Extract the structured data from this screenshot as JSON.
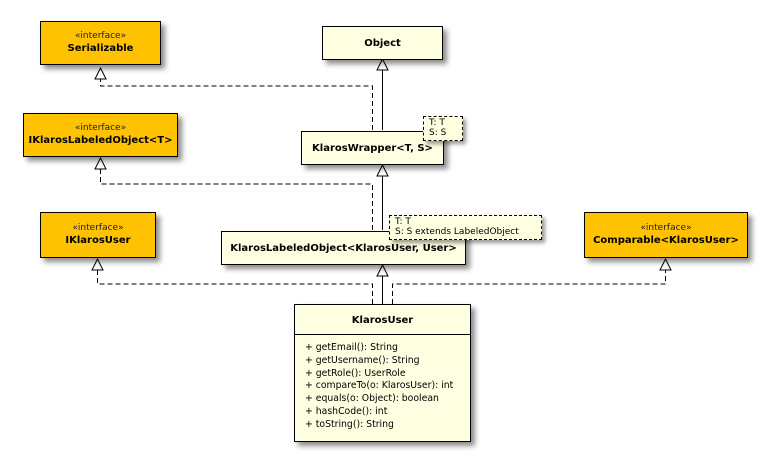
{
  "diagram": {
    "type": "uml-class-diagram",
    "colors": {
      "interface_fill": "#fec200",
      "class_fill": "#fefee1",
      "line": "#000000"
    },
    "nodes": {
      "serializable": {
        "stereotype": "«interface»",
        "name": "Serializable"
      },
      "object": {
        "name": "Object"
      },
      "iklaros_labeled_object": {
        "stereotype": "«interface»",
        "name": "IKlarosLabeledObject<T>"
      },
      "klaros_wrapper": {
        "name": "KlarosWrapper<T, S>",
        "type_params": [
          "T: T",
          "S: S"
        ]
      },
      "iklaros_user": {
        "stereotype": "«interface»",
        "name": "IKlarosUser"
      },
      "klaros_labeled_object": {
        "name": "KlarosLabeledObject<KlarosUser, User>",
        "type_params": [
          "T: T",
          "S: S extends LabeledObject"
        ]
      },
      "comparable": {
        "stereotype": "«interface»",
        "name": "Comparable<KlarosUser>"
      },
      "klaros_user": {
        "name": "KlarosUser",
        "methods": [
          "+ getEmail(): String",
          "+ getUsername(): String",
          "+ getRole(): UserRole",
          "+ compareTo(o: KlarosUser): int",
          "+ equals(o: Object): boolean",
          "+ hashCode(): int",
          "+ toString(): String"
        ]
      }
    },
    "edges": [
      {
        "from": "klaros_wrapper",
        "to": "object",
        "kind": "generalization"
      },
      {
        "from": "klaros_wrapper",
        "to": "serializable",
        "kind": "realization"
      },
      {
        "from": "klaros_labeled_object",
        "to": "klaros_wrapper",
        "kind": "generalization"
      },
      {
        "from": "klaros_labeled_object",
        "to": "iklaros_labeled_object",
        "kind": "realization"
      },
      {
        "from": "klaros_user",
        "to": "klaros_labeled_object",
        "kind": "generalization"
      },
      {
        "from": "klaros_user",
        "to": "iklaros_user",
        "kind": "realization"
      },
      {
        "from": "klaros_user",
        "to": "comparable",
        "kind": "realization"
      }
    ]
  }
}
